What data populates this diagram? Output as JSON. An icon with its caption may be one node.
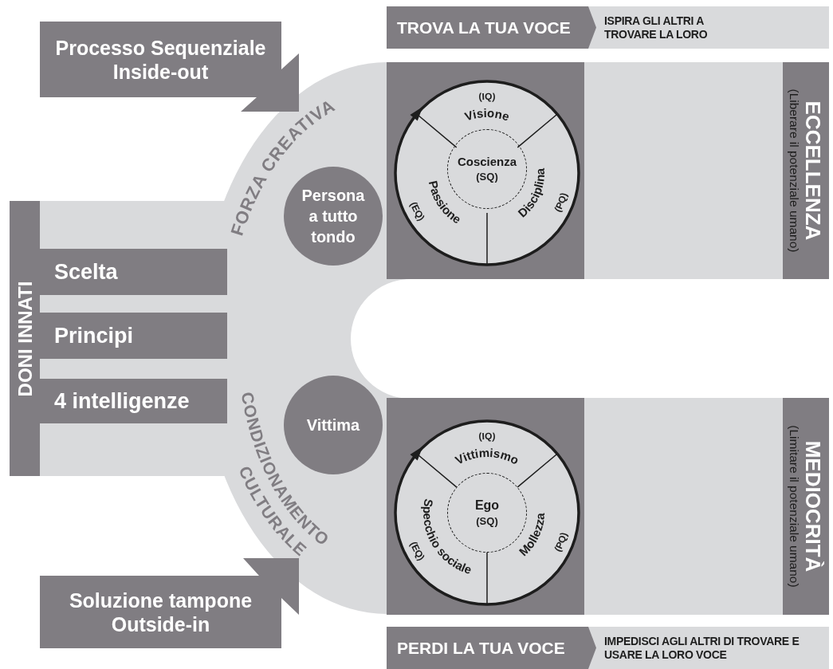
{
  "diagram": {
    "nodes": [
      {
        "text": [
          "Processo Sequenziale Inside-out"
        ]
      },
      {
        "text": [
          "DONI INNATI"
        ]
      },
      {
        "text": [
          "Scelta"
        ]
      },
      {
        "text": [
          "Principi"
        ]
      },
      {
        "text": [
          "4 intelligenze"
        ]
      },
      {
        "text": [
          "Persona a tutto tondo"
        ]
      },
      {
        "text": [
          "Vittima"
        ]
      },
      {
        "text": [
          "Soluzione tampone Outside-in"
        ]
      },
      {
        "text": [
          "TROVA LA TUA VOCE"
        ]
      },
      {
        "text": [
          "ISPIRA GLI ALTRI A TROVARE LA LORO"
        ]
      },
      {
        "text": [
          "ECCELLENZA",
          "(Liberare il potenziale umano)"
        ]
      },
      {
        "text": [
          "Coscienza",
          "(SQ)"
        ]
      },
      {
        "text": [
          "Ego",
          "(SQ)"
        ]
      },
      {
        "text": [
          "MEDIOCRITÀ",
          "(Limitare il potenziale umano)"
        ]
      },
      {
        "text": [
          "PERDI LA TUA VOCE"
        ]
      },
      {
        "text": [
          "IMPEDISCI AGLI ALTRI DI TROVARE E USARE LA LORO VOCE"
        ]
      }
    ],
    "labels": [
      "FORZA CREATIVA",
      "(IQ)",
      "Visione",
      "Passione",
      "(EQ)",
      "Disciplina",
      "(PQ)",
      "CONDIZIONAMENTO",
      "CULTURALE",
      "(IQ)",
      "Vittimismo",
      "Specchio sociale",
      "(EQ)",
      "Mollezza",
      "(PQ)"
    ]
  }
}
